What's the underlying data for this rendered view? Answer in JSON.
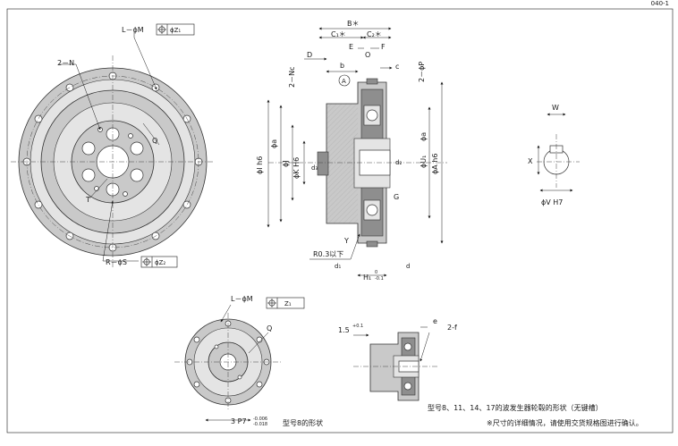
{
  "page_number": "040-1",
  "front_view": {
    "label_l_phi_m": "L－ϕM",
    "label_phi_z1": "ϕZ₁",
    "label_2n": "2－N",
    "label_q": "Q",
    "label_t": "T",
    "label_r_phi_s": "R－ϕS",
    "label_phi_z2": "ϕZ₂"
  },
  "section_view": {
    "B": "B＊",
    "C1": "C₁＊",
    "C2": "C₂＊",
    "D": "D",
    "E": "E",
    "F": "F",
    "b": "b",
    "O": "O",
    "c": "c",
    "circle_a": "A",
    "2nc": "2－Nc",
    "2phip": "2－ϕP",
    "phi_a_left": "ϕa",
    "phi_i_h6": "ϕI h6",
    "phi_j": "ϕJ",
    "phi_k_h6": "ϕK H6",
    "d2": "d₂",
    "d3": "d₃",
    "phi_a_right": "ϕa",
    "phi_u1": "ϕU₁",
    "phi_a_h6": "ϕA h6",
    "G": "G",
    "Y": "Y",
    "r03": "R0.3以下",
    "d1": "d₁",
    "h1": "H₁",
    "h1_tol_top": "0",
    "h1_tol_bot": "-0.1",
    "d_right": "d"
  },
  "keyway_view": {
    "W": "W",
    "X": "X",
    "phi_v_h7": "ϕV H7"
  },
  "small_front_view": {
    "label_l_phi_m": "L－ϕM",
    "label_z1": "Z₁",
    "label_q": "Q",
    "label_3p7": "3 P7",
    "tol_top": "-0.006",
    "tol_bot": "-0.018",
    "caption": "型号8的形状"
  },
  "small_section_view": {
    "dim_15": "1.5",
    "dim_15_tol": "+0.1",
    "label_e": "e",
    "label_2f": "2-f",
    "caption": "型号8、11、14、17的波发生器轮毂的形状（无键槽）"
  },
  "footnote": "※尺寸的详细情况，请使用交货规格图进行确认。"
}
